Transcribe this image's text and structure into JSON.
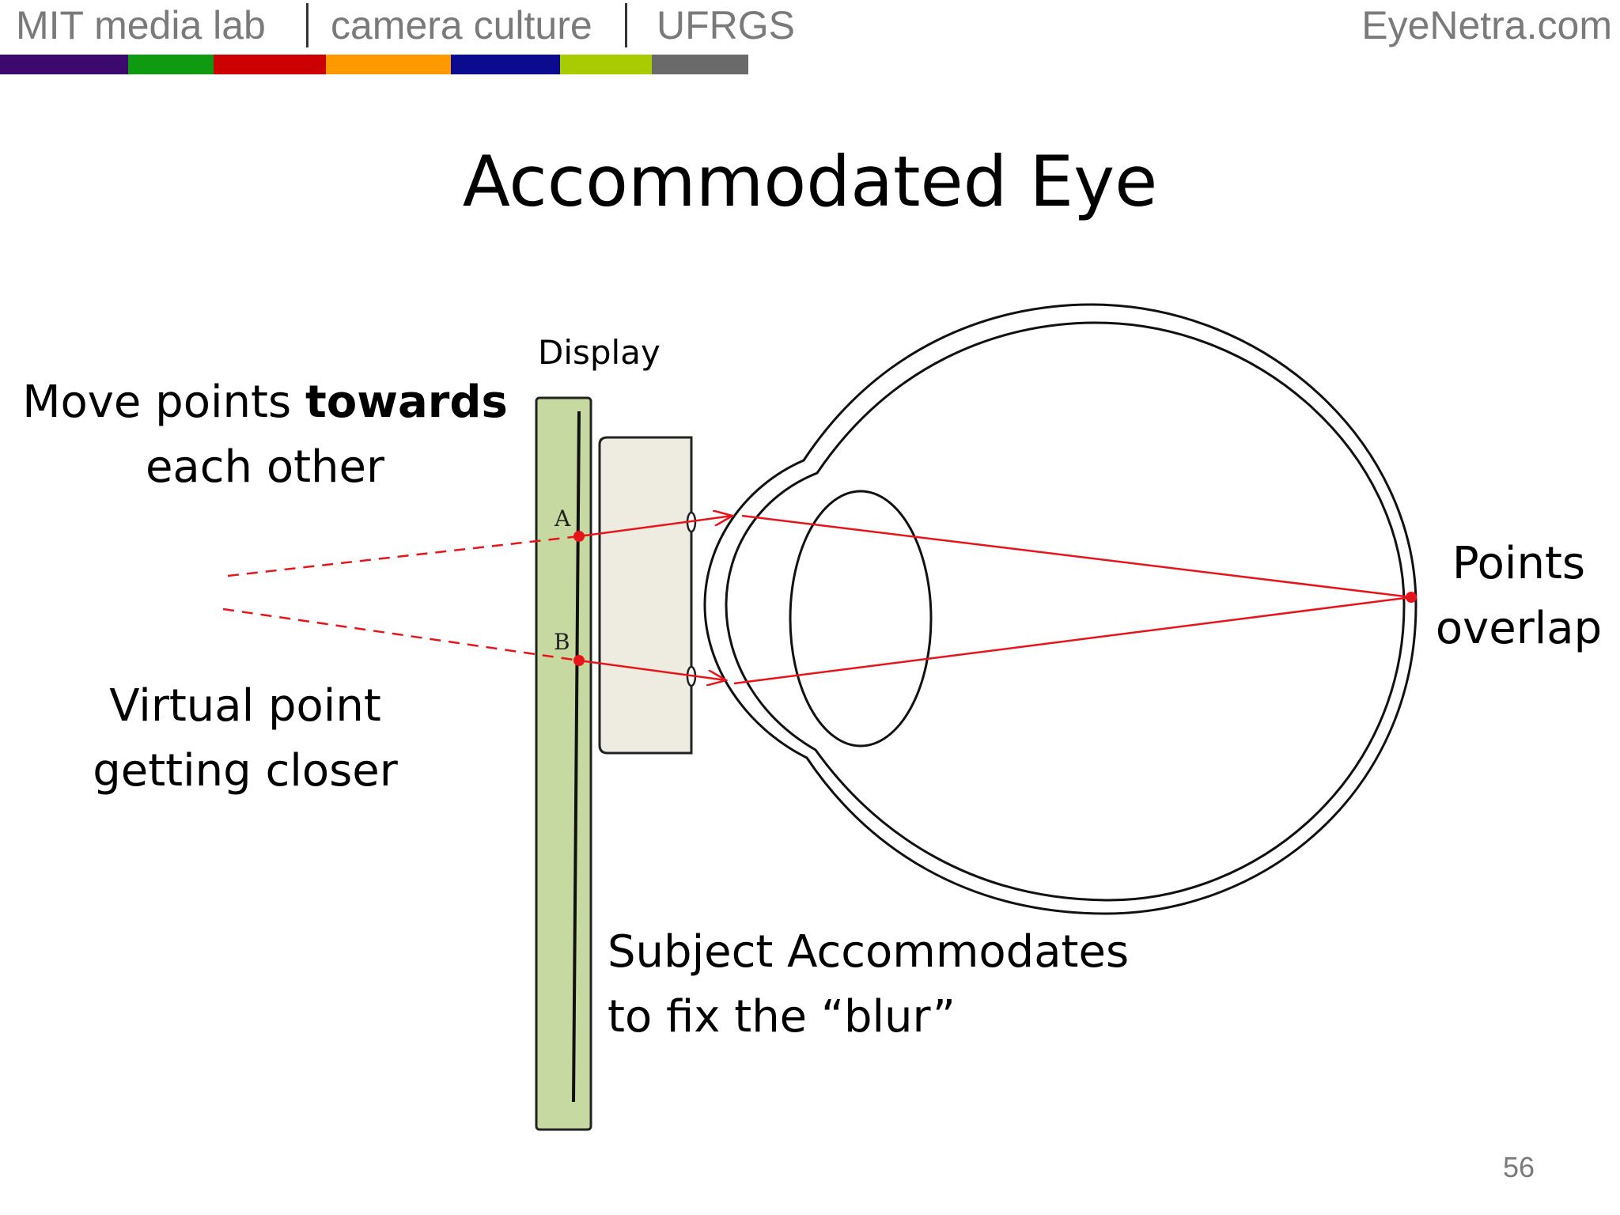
{
  "header": {
    "left_items": [
      "MIT media lab",
      "camera culture",
      "UFRGS"
    ],
    "right": "EyeNetra.com",
    "color_bar": [
      "#3c0a6e",
      "#0f9a12",
      "#cc0000",
      "#ff9900",
      "#0b0b90",
      "#a8cc00",
      "#6a6a6a"
    ]
  },
  "title": "Accommodated Eye",
  "labels": {
    "display": "Display",
    "move_points": {
      "line1_normal": "Move points ",
      "line1_bold": "towards",
      "line2": "each other"
    },
    "virtual_point": [
      "Virtual point",
      "getting closer"
    ],
    "points_overlap": [
      "Points",
      "overlap"
    ],
    "subject": [
      "Subject Accommodates",
      "to fix the “blur”"
    ],
    "point_a": "A",
    "point_b": "B"
  },
  "colors": {
    "ray": "#e8141b",
    "display_panel": "#c6d9a0",
    "lens_box": "#eeece1"
  },
  "page_number": "56"
}
